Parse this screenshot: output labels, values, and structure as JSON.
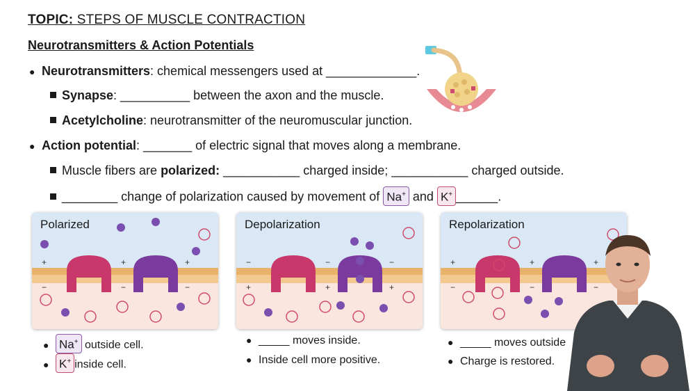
{
  "topic": {
    "prefix": "TOPIC:",
    "title": "STEPS OF MUSCLE CONTRACTION"
  },
  "section": "Neurotransmitters & Action Potentials",
  "lines": {
    "neuro_term": "Neurotransmitters",
    "neuro_rest": ": chemical messengers used at _____________.",
    "synapse_term": "Synapse",
    "synapse_rest": ": __________ between the axon and the muscle.",
    "ach_term": "Acetylcholine",
    "ach_rest": ": neurotransmitter of the neuromuscular junction.",
    "ap_term": "Action potential",
    "ap_rest": ": _______ of electric signal that moves along a membrane.",
    "polar_pre": "Muscle fibers are ",
    "polar_term": "polarized:",
    "polar_rest": " ___________ charged inside; ___________ charged outside.",
    "change_pre": "________ change of polarization caused by movement of ",
    "na_label": "Na",
    "na_sup": "+",
    "and": " and ",
    "k_label": "K",
    "k_sup": "+",
    "change_post": "______."
  },
  "bullets": {
    "dot": "●"
  },
  "panels": [
    {
      "title": "Polarized",
      "top_sign": "+",
      "bottom_sign": "−"
    },
    {
      "title": "Depolarization",
      "top_sign": "−",
      "bottom_sign": "+"
    },
    {
      "title": "Repolarization",
      "top_sign": "+",
      "bottom_sign": "−"
    }
  ],
  "ions": {
    "na": "Na+",
    "k": "K+"
  },
  "footnotes": {
    "p1_na": "Na",
    "p1_na_sup": "+",
    "p1_na_text": " outside cell.",
    "p1_k": "K",
    "p1_k_sup": "+",
    "p1_k_text": "inside cell.",
    "p2_line1": "_____ moves inside.",
    "p2_line2": "Inside cell more positive.",
    "p3_line1": "_____ moves outside",
    "p3_line2": "Charge is restored."
  },
  "colors": {
    "outside": "#d9e8f4",
    "inside": "#fbe6df",
    "membrane": "#e8b26a",
    "na_channel": "#c8386a",
    "k_channel": "#7a3a9e",
    "na_ion": "#7b4fb0",
    "k_ion": "#d04a6e"
  }
}
